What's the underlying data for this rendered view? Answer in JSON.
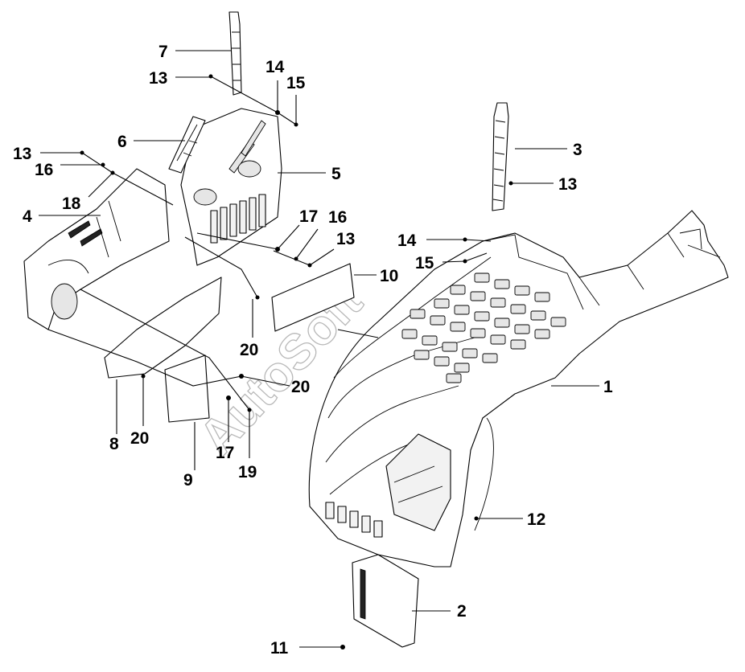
{
  "callouts": {
    "c1": "1",
    "c2": "2",
    "c3": "3",
    "c4": "4",
    "c5": "5",
    "c6": "6",
    "c7": "7",
    "c8": "8",
    "c9": "9",
    "c10": "10",
    "c11": "11",
    "c12": "12",
    "c13a": "13",
    "c13b": "13",
    "c13c": "13",
    "c13d": "13",
    "c14a": "14",
    "c14b": "14",
    "c15a": "15",
    "c15b": "15",
    "c16a": "16",
    "c16b": "16",
    "c17a": "17",
    "c17b": "17",
    "c18": "18",
    "c19": "19",
    "c20a": "20",
    "c20b": "20",
    "c20c": "20"
  },
  "watermark": "AutoSoft"
}
